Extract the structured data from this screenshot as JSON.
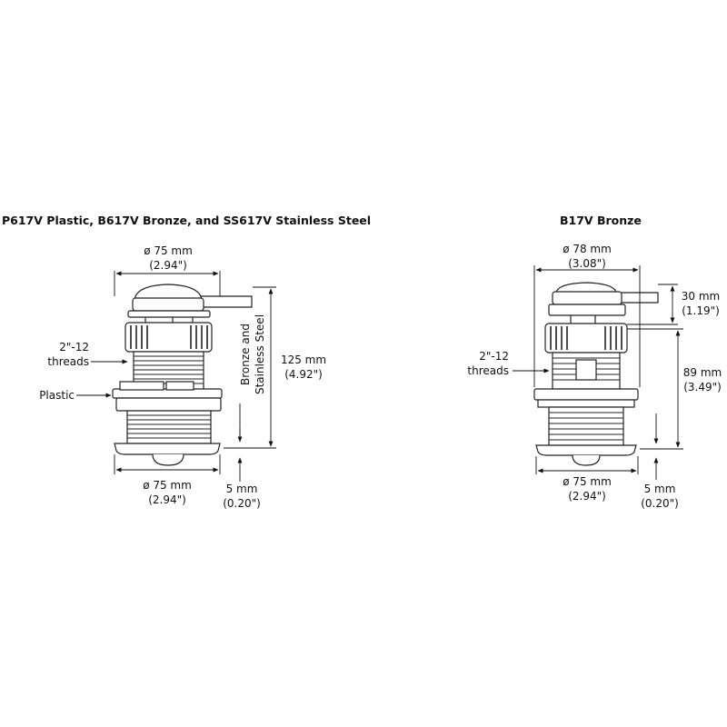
{
  "left": {
    "title": "P617V Plastic, B617V Bronze, and SS617V Stainless Steel",
    "top_dia": [
      "ø 75 mm",
      "(2.94\")"
    ],
    "threads": [
      "2\"-12",
      "threads"
    ],
    "plastic": "Plastic",
    "bronze_ss": [
      "Bronze and",
      "Stainless Steel"
    ],
    "height": [
      "125 mm",
      "(4.92\")"
    ],
    "bottom_dia": [
      "ø 75 mm",
      "(2.94\")"
    ],
    "flange": [
      "5 mm",
      "(0.20\")"
    ]
  },
  "right": {
    "title": "B17V Bronze",
    "top_dia": [
      "ø 78 mm",
      "(3.08\")"
    ],
    "cap": [
      "30 mm",
      "(1.19\")"
    ],
    "threads": [
      "2\"-12",
      "threads"
    ],
    "height": [
      "89 mm",
      "(3.49\")"
    ],
    "bottom_dia": [
      "ø 75 mm",
      "(2.94\")"
    ],
    "flange": [
      "5 mm",
      "(0.20\")"
    ]
  }
}
